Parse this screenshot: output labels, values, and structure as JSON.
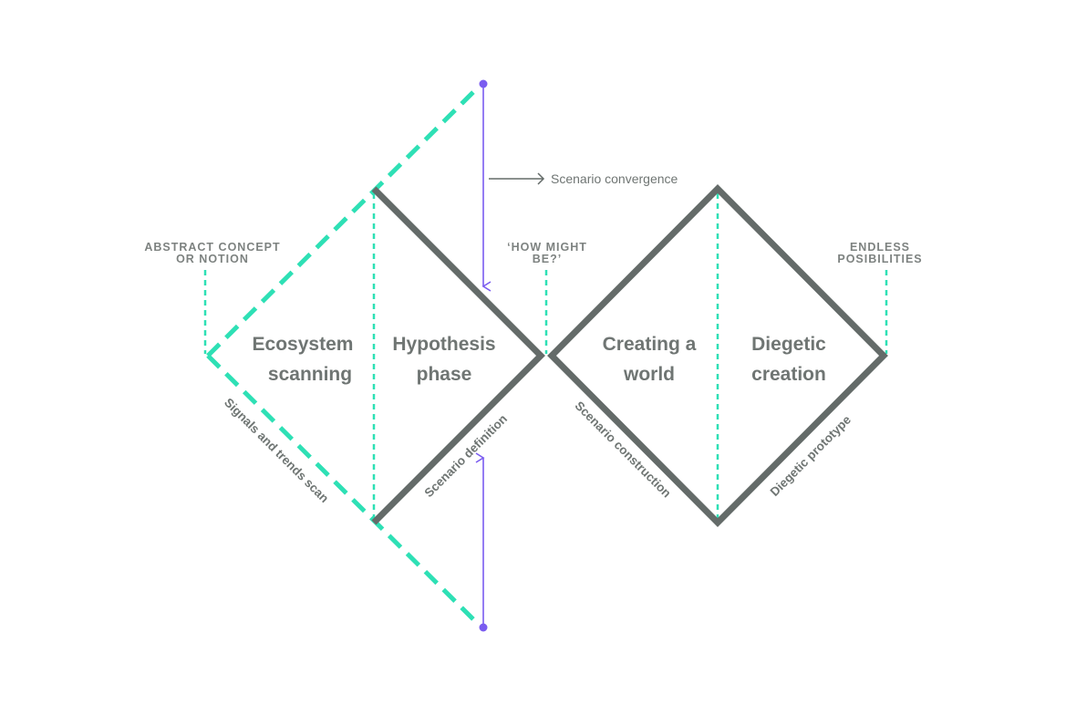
{
  "colors": {
    "accent_teal": "#2ee0b5",
    "accent_purple": "#7a5cf0",
    "stroke_gray": "#646b69",
    "text_gray": "#6f7573"
  },
  "convergence_note": "Scenario convergence",
  "captions": {
    "left": [
      "ABSTRACT CONCEPT",
      "OR NOTION"
    ],
    "middle": [
      "‘HOW MIGHT",
      "BE?’"
    ],
    "right": [
      "ENDLESS",
      "POSIBILITIES"
    ]
  },
  "phases": {
    "ecosystem": [
      "Ecosystem",
      "scanning"
    ],
    "hypothesis": [
      "Hypothesis",
      "phase"
    ],
    "creating": [
      "Creating a",
      "world"
    ],
    "diegetic": [
      "Diegetic",
      "creation"
    ]
  },
  "edge_labels": {
    "signals": "Signals and trends scan",
    "definition": "Scenario definition",
    "construction": "Scenario construction",
    "prototype": "Diegetic prototype"
  }
}
